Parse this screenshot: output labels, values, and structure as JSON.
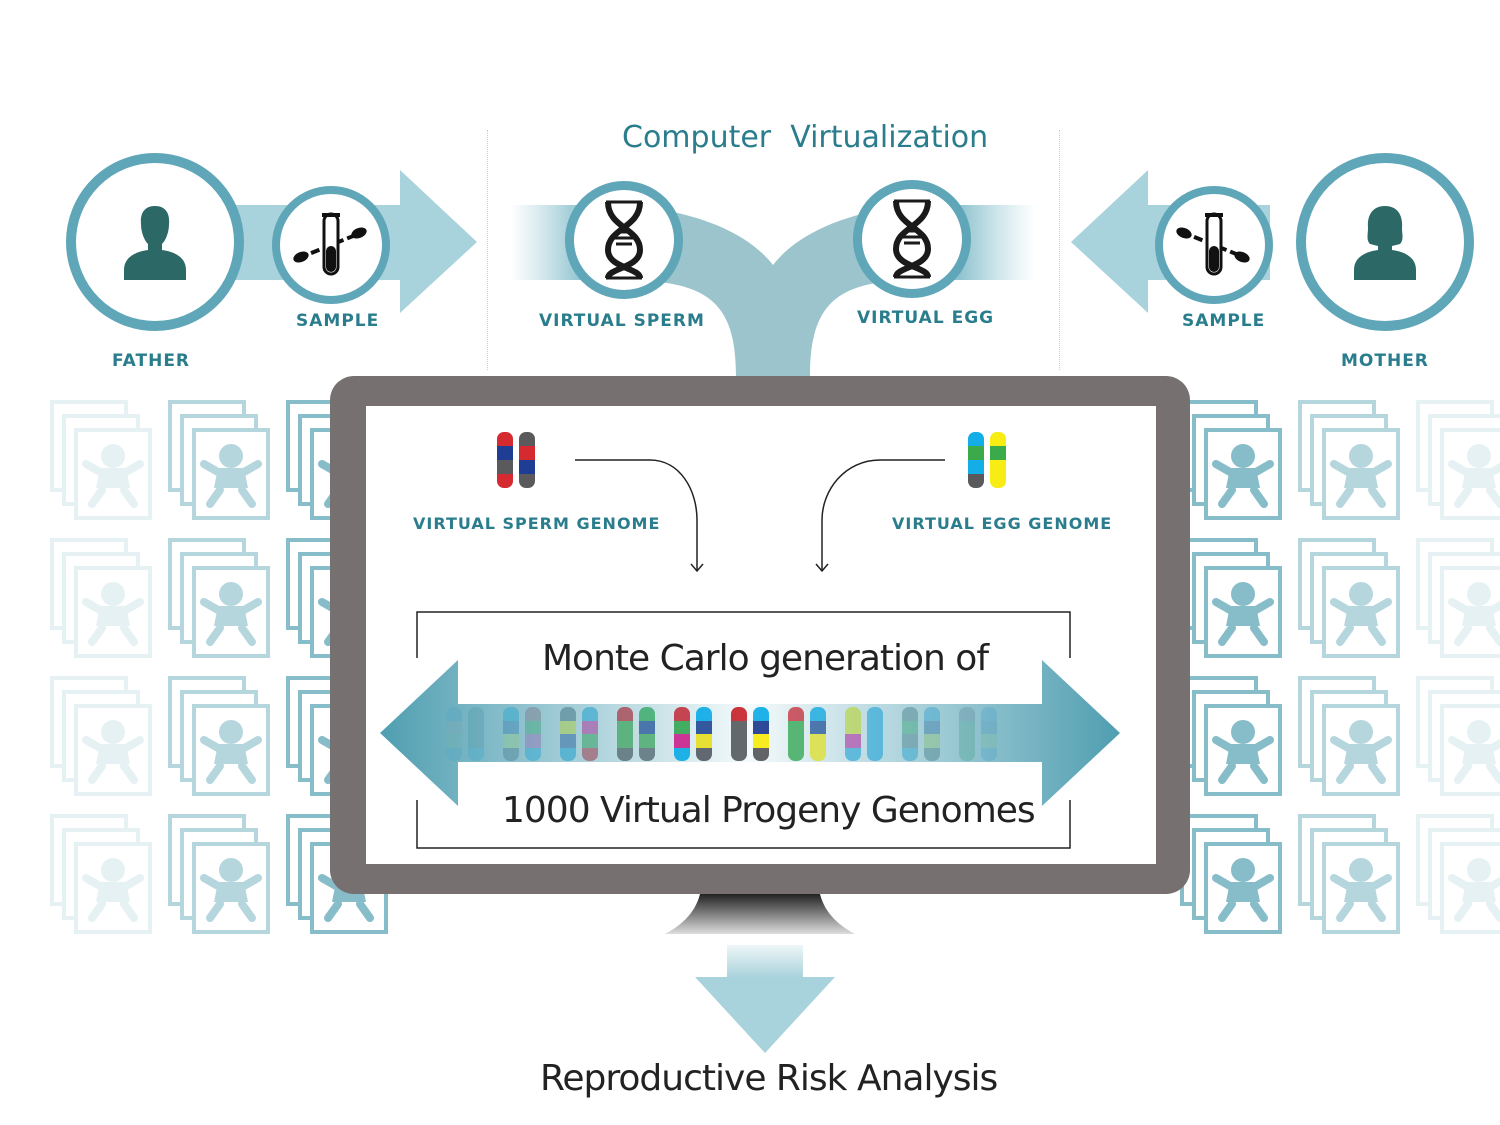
{
  "header": {
    "title": "Computer  Virtualization"
  },
  "parents": {
    "father": {
      "label": "FATHER",
      "icon": "male-person-icon"
    },
    "mother": {
      "label": "MOTHER",
      "icon": "female-person-icon"
    },
    "father_sample": {
      "label": "SAMPLE",
      "icon": "test-tube-swab-icon"
    },
    "mother_sample": {
      "label": "SAMPLE",
      "icon": "test-tube-swab-icon"
    }
  },
  "virtualization": {
    "sperm": {
      "label": "VIRTUAL SPERM",
      "icon": "dna-icon"
    },
    "egg": {
      "label": "VIRTUAL EGG",
      "icon": "dna-icon"
    }
  },
  "screen": {
    "sperm_genome": {
      "label": "VIRTUAL SPERM GENOME",
      "chromosomes": [
        [
          "#d42a30",
          "#1f3e93",
          "#5a5a5c",
          "#d42a30"
        ],
        [
          "#5a5a5c",
          "#d42a30",
          "#1f3e93",
          "#5a5a5c"
        ]
      ]
    },
    "egg_genome": {
      "label": "VIRTUAL EGG GENOME",
      "chromosomes": [
        [
          "#13aee8",
          "#3aaa4a",
          "#13aee8",
          "#5a5a5c"
        ],
        [
          "#f7ec13",
          "#3aaa4a",
          "#f7ec13",
          "#f7ec13"
        ]
      ]
    },
    "monte_carlo_line1": "Monte Carlo generation of",
    "monte_carlo_line2": "1000 Virtual Progeny Genomes",
    "progeny_pairs": [
      [
        [
          "#5aa9c4",
          "#7aa8b8",
          "#6fb0b0",
          "#5aa9c4"
        ],
        [
          "#5a9fb0",
          "#5a9fb0",
          "#5a9fb0",
          "#4aaccc"
        ]
      ],
      [
        [
          "#3aaad0",
          "#4a8fb8",
          "#8cc79a",
          "#5a8fa0"
        ],
        [
          "#7f8898",
          "#4aaa88",
          "#8f7fb8",
          "#3aaad0"
        ]
      ],
      [
        [
          "#5a8a98",
          "#a8cc6a",
          "#4a80b0",
          "#3aaad0"
        ],
        [
          "#3aaad0",
          "#a85aa8",
          "#4aaa7a",
          "#a05a6a"
        ]
      ],
      [
        [
          "#a84a58",
          "#4aaa6a",
          "#4aaa6a",
          "#5a6f78"
        ],
        [
          "#3aaa6a",
          "#2f5fa0",
          "#4aaa6a",
          "#5a6f78"
        ]
      ],
      [
        [
          "#c43a48",
          "#3aaa5a",
          "#cc2a90",
          "#13aee8"
        ],
        [
          "#13aee8",
          "#2a4f98",
          "#e6e028",
          "#5a6068"
        ]
      ],
      [
        [
          "#c82a30",
          "#5a6064",
          "#5a6064",
          "#5a6064"
        ],
        [
          "#13aee8",
          "#213f92",
          "#f7ec13",
          "#5a5a5e"
        ]
      ],
      [
        [
          "#c43a48",
          "#3aaa5a",
          "#3aaa5a",
          "#3aaa5a"
        ],
        [
          "#1aaae0",
          "#2f5fa0",
          "#dde038",
          "#dde038"
        ]
      ],
      [
        [
          "#b8d448",
          "#b8d448",
          "#b048a8",
          "#33aad8"
        ],
        [
          "#33aad8",
          "#33aad8",
          "#33aad8",
          "#33aad8"
        ]
      ],
      [
        [
          "#5a8f9a",
          "#4aaa8a",
          "#5a8f9a",
          "#3aaad0"
        ],
        [
          "#4aaad0",
          "#4a88b0",
          "#8cc08a",
          "#5a8f9a"
        ]
      ],
      [
        [
          "#6a98a8",
          "#5aaaa0",
          "#5aaaa0",
          "#5aaaa0"
        ],
        [
          "#5aaacc",
          "#5aa0c0",
          "#7ab8a8",
          "#5aaacc"
        ]
      ]
    ]
  },
  "output": {
    "label": "Reproductive Risk Analysis"
  },
  "colors": {
    "teal_dark": "#2a7d8c",
    "teal_ring": "#5fa6b8",
    "teal_light": "#a9d3dc",
    "person": "#2b6866",
    "monitor": "#777070"
  }
}
